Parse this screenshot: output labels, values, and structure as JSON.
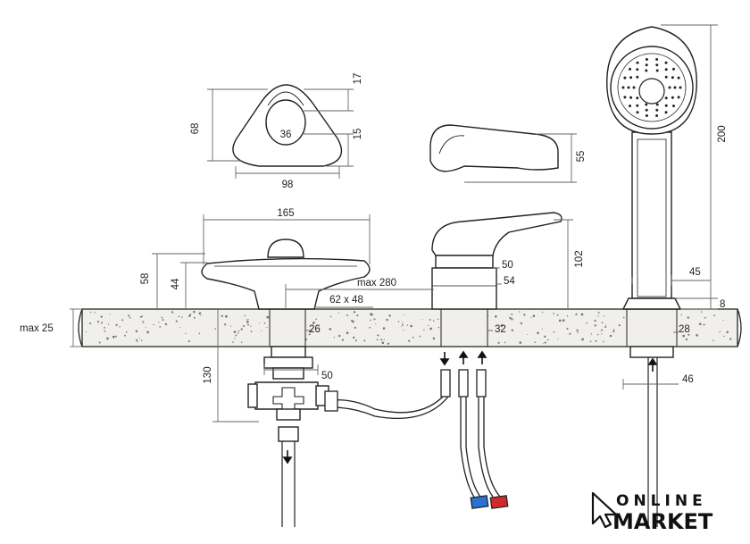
{
  "dimensions": {
    "handle_height": "68",
    "handle_width": "98",
    "handle_top_offset": "17",
    "handle_hole_diameter": "36",
    "handle_bottom_offset": "15",
    "spout_height": "55",
    "diverter_width": "165",
    "diverter_height_total": "58",
    "diverter_height_knob": "44",
    "max_spacing": "max 280",
    "cutout_size": "62 x 48",
    "countertop_thickness": "max 25",
    "diverter_shaft": "26",
    "valve_depth": "130",
    "valve_width": "50",
    "mixer_height": "102",
    "mixer_collar": "50",
    "mixer_base": "54",
    "mixer_shaft": "32",
    "shower_length": "200",
    "holder_width": "45",
    "holder_base": "8",
    "holder_shaft": "28",
    "hose_dia": "46"
  },
  "logo": {
    "line1": "ONLINE",
    "line2": "MARKET"
  },
  "colors": {
    "stroke": "#222222",
    "dimension": "#666666",
    "countertop_fill": "#f1efec",
    "hot": "#d22a2a",
    "cold": "#2a6fd2"
  }
}
